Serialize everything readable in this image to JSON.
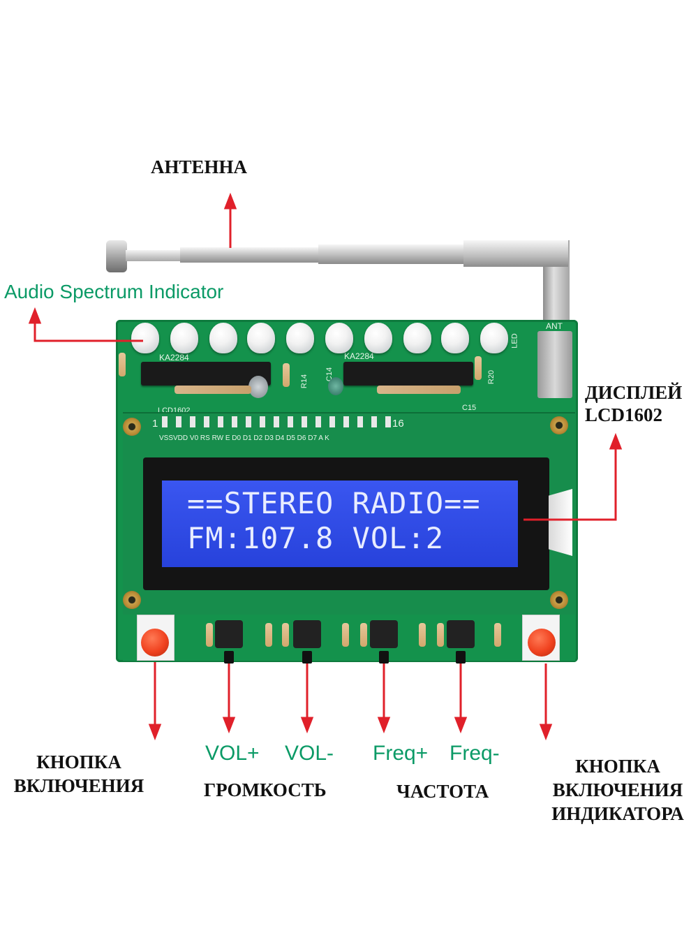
{
  "labels": {
    "antenna": "АНТЕННА",
    "audio_spectrum": "Audio Spectrum Indicator",
    "display_line1": "ДИСПЛЕЙ",
    "display_line2": "LCD1602",
    "power_line1": "КНОПКА",
    "power_line2": "ВКЛЮЧЕНИЯ",
    "vol_plus": "VOL+",
    "vol_minus": "VOL-",
    "volume": "ГРОМКОСТЬ",
    "freq_plus": "Freq+",
    "freq_minus": "Freq-",
    "frequency": "ЧАСТОТА",
    "indicator_line1": "КНОПКА",
    "indicator_line2": "ВКЛЮЧЕНИЯ",
    "indicator_line3": "ИНДИКАТОРА"
  },
  "lcd": {
    "line1": "==STEREO RADIO==",
    "line2": "FM:107.8 VOL:2"
  },
  "board": {
    "chip_left": "KA2284",
    "chip_right": "KA2284",
    "lcd_model": "LCD1602",
    "pin_first": "1",
    "pin_last": "16",
    "pin_names": "VSSVDD V0  RS  RW  E   D0  D1  D2  D3  D4  D5  D6  D7   A   K",
    "ant": "ANT",
    "led": "LED",
    "r14": "R14",
    "r20": "R20",
    "c14": "C14",
    "c15": "C15"
  },
  "colors": {
    "pcb": "#14924c",
    "lcd_backlight": "#2b47e0",
    "arrow": "#e0202a",
    "green_label": "#0b9a66"
  }
}
